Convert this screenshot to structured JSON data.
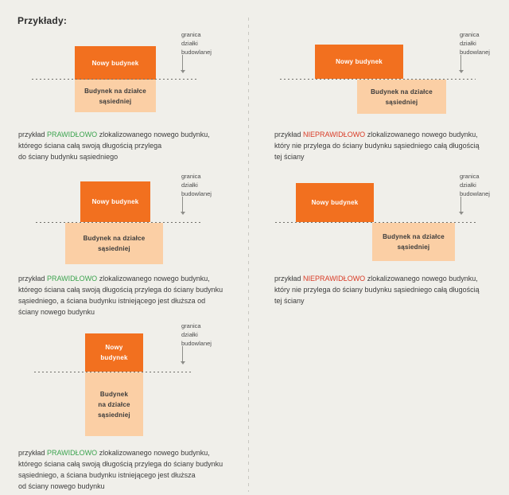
{
  "page": {
    "title": "Przykłady:"
  },
  "colors": {
    "background": "#f0efea",
    "new_building_orange": "#f2701f",
    "neighbor_building_peach": "#fbcfa5",
    "correct_green": "#3ba34e",
    "incorrect_red": "#d93b26",
    "body_text": "#3d3d3d",
    "boundary_line_gray": "#6f6e69",
    "divider_gray": "#c9c8c2"
  },
  "boundary_label": "granica\ndziałki\nbudowlanej",
  "examples": [
    {
      "new_building": "Nowy budynek",
      "neighbor_building": "Budynek na działce\nsąsiedniej",
      "caption": {
        "prefix": "przykład ",
        "status": "PRAWIDŁOWO",
        "status_type": "correct",
        "rest": " zlokalizowanego nowego budynku,\nktórego ściana całą swoją długością przylega\ndo ściany budynku sąsiedniego"
      }
    },
    {
      "new_building": "Nowy budynek",
      "neighbor_building": "Budynek na działce\nsąsiedniej",
      "caption": {
        "prefix": "przykład ",
        "status": "NIEPRAWIDŁOWO",
        "status_type": "incorrect",
        "rest": " zlokalizowanego nowego budynku,\nktóry nie przylega do ściany budynku sąsiedniego całą długością\ntej ściany"
      }
    },
    {
      "new_building": "Nowy budynek",
      "neighbor_building": "Budynek na działce\nsąsiedniej",
      "caption": {
        "prefix": "przykład ",
        "status": "PRAWIDŁOWO",
        "status_type": "correct",
        "rest": " zlokalizowanego nowego budynku,\nktórego ściana całą swoją długością przylega do ściany budynku\nsąsiedniego, a ściana budynku istniejącego jest dłuższa od\nściany nowego budynku"
      }
    },
    {
      "new_building": "Nowy budynek",
      "neighbor_building": "Budynek na działce\nsąsiedniej",
      "caption": {
        "prefix": "przykład ",
        "status": "NIEPRAWIDŁOWO",
        "status_type": "incorrect",
        "rest": " zlokalizowanego nowego budynku,\nktóry nie przylega do ściany budynku sąsiedniego całą długością\ntej ściany"
      }
    },
    {
      "new_building": "Nowy\nbudynek",
      "neighbor_building": "Budynek\nna działce\nsąsiedniej",
      "caption": {
        "prefix": "przykład ",
        "status": "PRAWIDŁOWO",
        "status_type": "correct",
        "rest": " zlokalizowanego nowego budynku,\nktórego ściana całą swoją długością przylega do ściany budynku\nsąsiedniego, a ściana budynku istniejącego jest dłuższa\nod ściany nowego budynku"
      }
    }
  ]
}
